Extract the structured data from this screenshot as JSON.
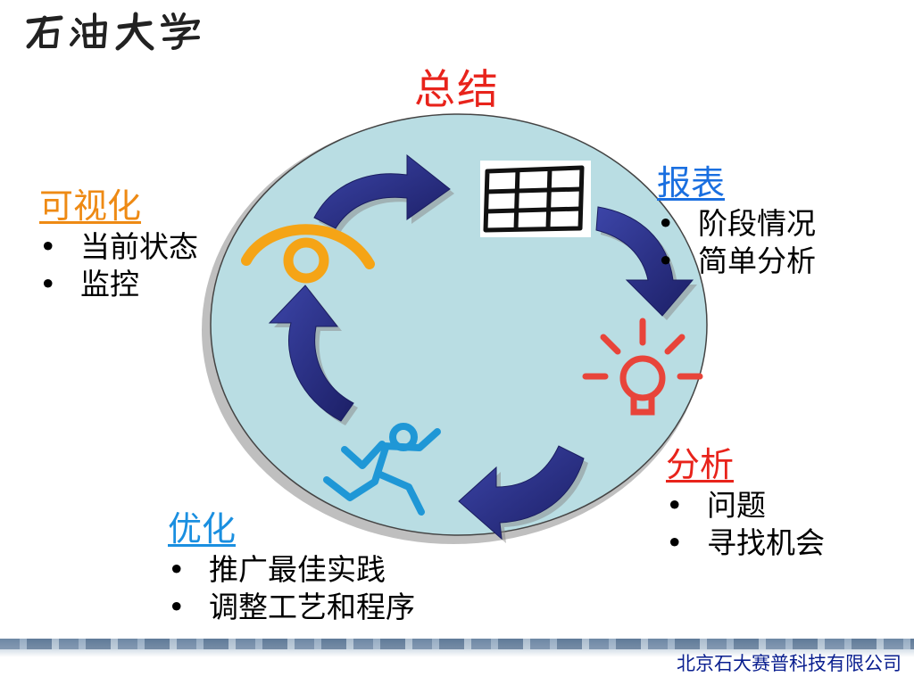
{
  "logo": {
    "text": "石油大学"
  },
  "title": "总结",
  "steps": {
    "visualize": {
      "heading": "可视化",
      "items": [
        "当前状态",
        "监控"
      ]
    },
    "report": {
      "heading": "报表",
      "items": [
        "阶段情况",
        "简单分析"
      ]
    },
    "analysis": {
      "heading": "分析",
      "items": [
        "问题",
        "寻找机会"
      ]
    },
    "optimize": {
      "heading": "优化",
      "items": [
        "推广最佳实践",
        "调整工艺和程序"
      ]
    }
  },
  "bullet": "•",
  "icons": [
    "eye-icon",
    "table-grid-icon",
    "lightbulb-icon",
    "runner-icon",
    "cycle-arrow-icon"
  ],
  "colors": {
    "title": "#e8231b",
    "visualize": "#ee8a14",
    "report": "#1a6fe0",
    "analysis": "#e8231b",
    "optimize": "#1a8fe0",
    "circle": "#b9dde3",
    "arrow": "#2b2f86"
  },
  "footer": {
    "company": "北京石大赛普科技有限公司"
  }
}
